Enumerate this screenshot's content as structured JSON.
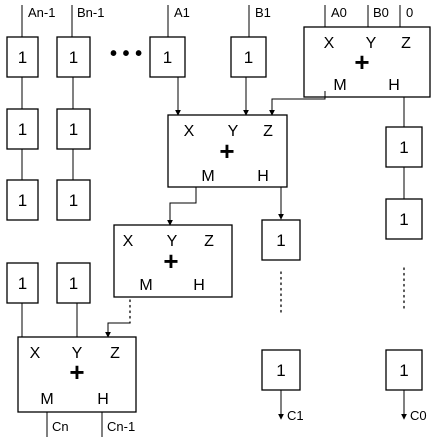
{
  "inputs": {
    "an1": "An-1",
    "bn1": "Bn-1",
    "a1": "A1",
    "b1": "B1",
    "a0": "A0",
    "b0": "B0",
    "zero": "0"
  },
  "register_label": "1",
  "adder": {
    "x": "X",
    "y": "Y",
    "z": "Z",
    "op": "+",
    "m": "M",
    "h": "H"
  },
  "outputs": {
    "cn": "Cn",
    "cn1": "Cn-1",
    "c1": "C1",
    "c0": "C0"
  },
  "ellipsis": "• • •"
}
